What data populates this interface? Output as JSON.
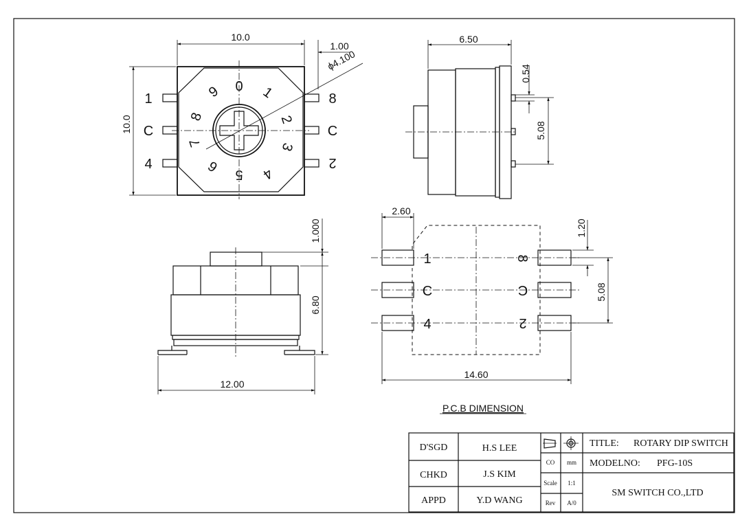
{
  "top_view": {
    "dim_width": "10.0",
    "dim_offset": "1.00",
    "dim_height": "10.0",
    "dim_dia": "ϕ4.100",
    "pin_labels_left": [
      "1",
      "C",
      "4"
    ],
    "pin_labels_right": [
      "8",
      "C",
      "2"
    ],
    "dial_numbers": [
      "0",
      "1",
      "2",
      "3",
      "4",
      "5",
      "6",
      "7",
      "8",
      "9"
    ]
  },
  "side_view": {
    "dim_width": "6.50",
    "dim_top": "0.54",
    "dim_pitch": "5.08"
  },
  "front_view": {
    "dim_top": "1.000",
    "dim_height": "6.80",
    "dim_width": "12.00"
  },
  "pcb": {
    "dim_offset": "2.60",
    "dim_pad": "1.20",
    "dim_pitch": "5.08",
    "dim_width": "14.60",
    "pin_labels_left": [
      "1",
      "C",
      "4"
    ],
    "pin_labels_right": [
      "8",
      "C",
      "2"
    ],
    "caption": "P.C.B DIMENSION"
  },
  "title_block": {
    "designed_label": "D'SGD",
    "designed_name": "H.S LEE",
    "checked_label": "CHKD",
    "checked_name": "J.S KIM",
    "approved_label": "APPD",
    "approved_name": "Y.D WANG",
    "co_label": "CO",
    "co_value": "mm",
    "scale_label": "Scale",
    "scale_value": "1:1",
    "rev_label": "Rev",
    "rev_value": "A/0",
    "title_label": "TITLE:",
    "title_value": "ROTARY DIP SWITCH",
    "model_label": "MODELNO:",
    "model_value": "PFG-10S",
    "company": "SM SWITCH CO.,LTD"
  }
}
